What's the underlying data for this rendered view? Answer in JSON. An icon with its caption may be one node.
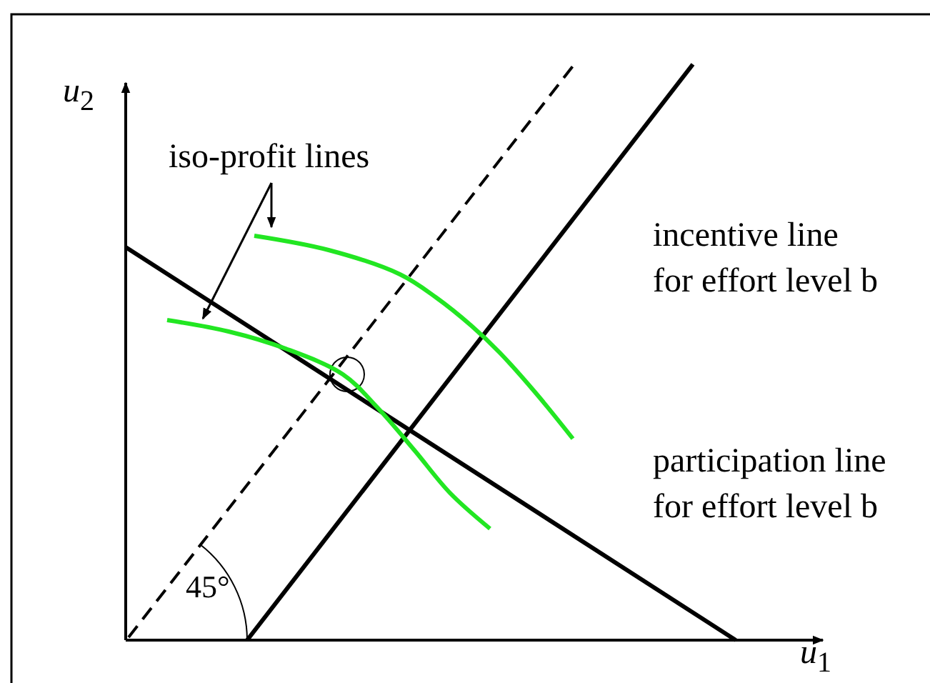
{
  "diagram": {
    "nodes": [
      {
        "text": [
          "iso-profit lines"
        ]
      },
      {
        "text": [],
        "shape": "curve"
      },
      {
        "text": [],
        "shape": "curve"
      }
    ],
    "edges": [
      {
        "from": 0,
        "to": 1,
        "arrow": "to"
      },
      {
        "from": 0,
        "to": 2,
        "arrow": "to"
      }
    ],
    "labels": [
      "*u*$_{2}$",
      "incentive line for effort level b",
      "participation line for effort level b",
      "45°",
      "*u*$_{1}$"
    ]
  }
}
